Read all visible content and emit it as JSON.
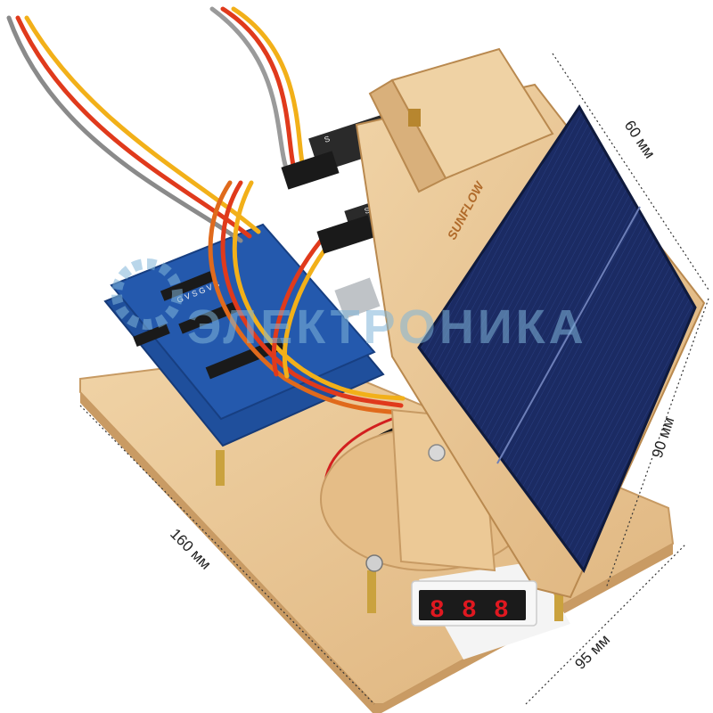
{
  "dimensions": {
    "top": "60 мм",
    "right": "90 мм",
    "bottom_right": "95 мм",
    "left": "160 мм"
  },
  "panel_brand": "SUNFLOW",
  "watermark": "ЭЛЕКТРОНИКА",
  "sensor_pin_label": "S",
  "display": {
    "digits": [
      "8",
      "8",
      "8"
    ],
    "digit_color": "#e01820"
  },
  "colors": {
    "wood": "#e9c89a",
    "wood_dark": "#c79a63",
    "board_blue": "#1f4f9c",
    "panel_blue": "#1c2a5e"
  }
}
